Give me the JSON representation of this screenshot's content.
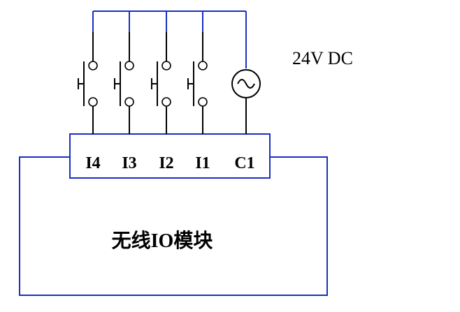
{
  "supply": {
    "label": "24V DC"
  },
  "terminals": [
    "I4",
    "I3",
    "I2",
    "I1",
    "C1"
  ],
  "module": {
    "label": "无线IO模块"
  },
  "colors": {
    "wire": "#1a2fbf",
    "component": "#000000",
    "background": "#ffffff"
  },
  "icons": {
    "switch": "push-button-switch-icon",
    "source": "ac-source-icon"
  }
}
